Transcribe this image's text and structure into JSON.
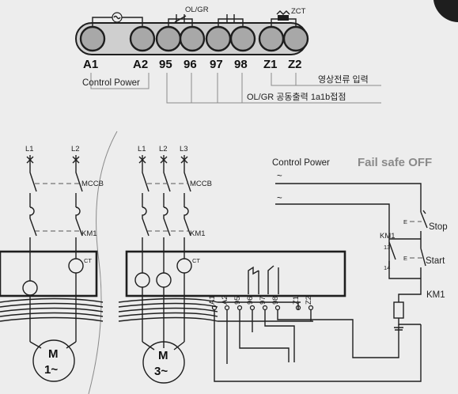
{
  "top_terminals": {
    "labels": [
      "A1",
      "A2",
      "95",
      "96",
      "97",
      "98",
      "Z1",
      "Z2"
    ],
    "group_labels": {
      "ol_gr": "OL/GR",
      "zct": "ZCT"
    },
    "control_power": "Control Power",
    "zct_input": "영상전류 입력",
    "olgr_output": "OL/GR 공동출력  1a1b접점"
  },
  "left_circuit": {
    "lines": [
      "L1",
      "L2"
    ],
    "breaker": "MCCB",
    "contactor": "KM1",
    "ct": "CT",
    "motor": [
      "M",
      "1~"
    ]
  },
  "right_circuit": {
    "lines": [
      "L1",
      "L2",
      "L3"
    ],
    "breaker": "MCCB",
    "contactor": "KM1",
    "ct": "CT",
    "motor": [
      "M",
      "3~"
    ],
    "relay_terminals": [
      "A1",
      "A2",
      "95",
      "96",
      "97",
      "98",
      "Z1",
      "Z2"
    ]
  },
  "control_circuit": {
    "title": "Control Power",
    "mode": "Fail safe OFF",
    "ac_symbol": "~",
    "stop": "Stop",
    "start": "Start",
    "km1_label": "KM1",
    "km1_coil": "KM1",
    "contact_13": "13",
    "contact_14": "14",
    "pushbutton": "E"
  }
}
